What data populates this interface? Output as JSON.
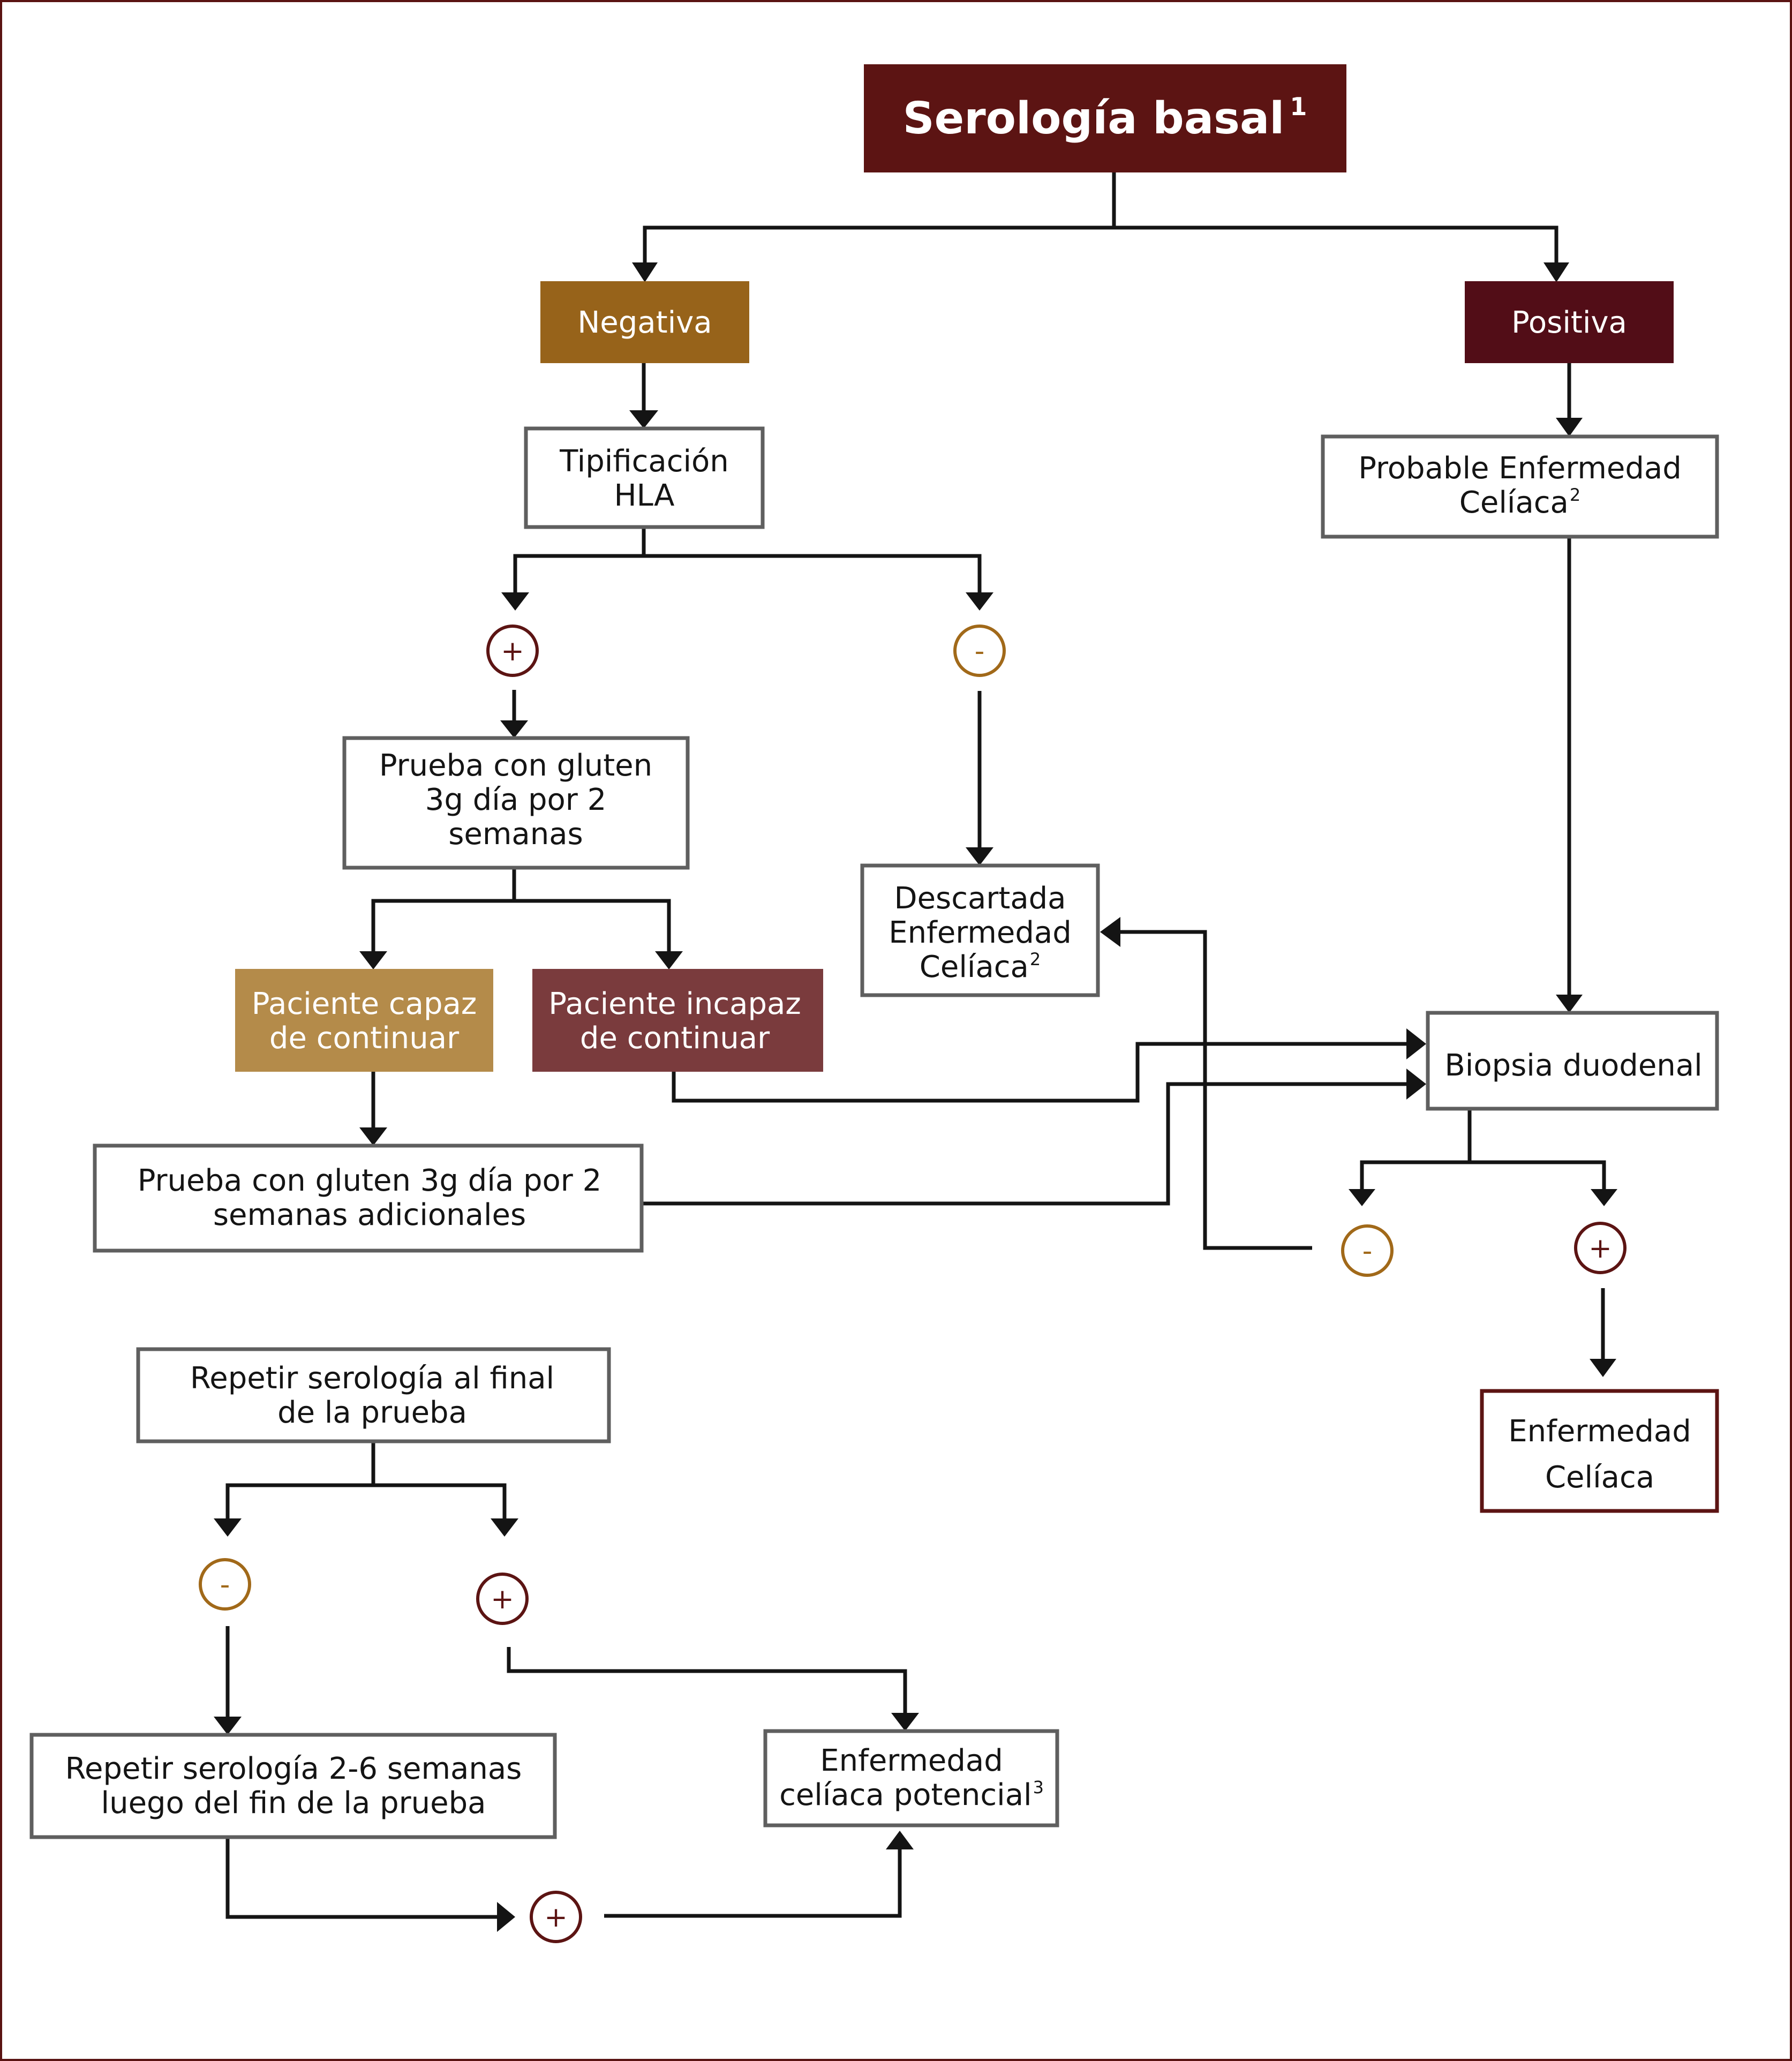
{
  "colors": {
    "frame": "#5a1312",
    "root_fill": "#5c1413",
    "negative_fill": "#97631a",
    "positive_fill": "#520d17",
    "capable_fill": "#b48b4a",
    "incapable_fill": "#7a3b3d",
    "plus_circle": "#5c1413",
    "minus_circle": "#a16919",
    "box_border": "#5f5f5f",
    "final_border": "#5c1413",
    "line": "#141414"
  },
  "nodes": {
    "root": {
      "lines": [
        "Serología basal"
      ],
      "sup": "1"
    },
    "negative": {
      "lines": [
        "Negativa"
      ]
    },
    "positive": {
      "lines": [
        "Positiva"
      ]
    },
    "hla_typing": {
      "lines": [
        "Tipificación",
        "HLA"
      ]
    },
    "probable_celiac": {
      "lines": [
        "Probable Enfermedad",
        "Celíaca"
      ],
      "sup": "2"
    },
    "gluten_test": {
      "lines": [
        "Prueba con gluten",
        "3g día por 2",
        "semanas"
      ]
    },
    "ruled_out": {
      "lines": [
        "Descartada",
        "Enfermedad",
        "Celíaca"
      ],
      "sup": "2"
    },
    "patient_capable": {
      "lines": [
        "Paciente capaz",
        "de continuar"
      ]
    },
    "patient_incapable": {
      "lines": [
        "Paciente incapaz",
        "de continuar"
      ]
    },
    "biopsy": {
      "lines": [
        "Biopsia duodenal"
      ]
    },
    "gluten_additional": {
      "lines": [
        "Prueba con gluten 3g día por 2",
        "semanas adicionales"
      ]
    },
    "repeat_end": {
      "lines": [
        "Repetir serología al final",
        "de la prueba"
      ]
    },
    "repeat_2_6": {
      "lines": [
        "Repetir serología 2-6 semanas",
        "luego del fin de la prueba"
      ]
    },
    "potential_celiac": {
      "lines": [
        "Enfermedad",
        "celíaca potencial"
      ],
      "sup": "3"
    },
    "celiac_disease": {
      "lines": [
        "Enfermedad",
        "Celíaca"
      ]
    }
  },
  "results": {
    "hla_plus": "+",
    "hla_minus": "-",
    "biopsy_minus": "-",
    "biopsy_plus": "+",
    "repeat_minus": "-",
    "repeat_plus": "+",
    "final_plus": "+"
  }
}
